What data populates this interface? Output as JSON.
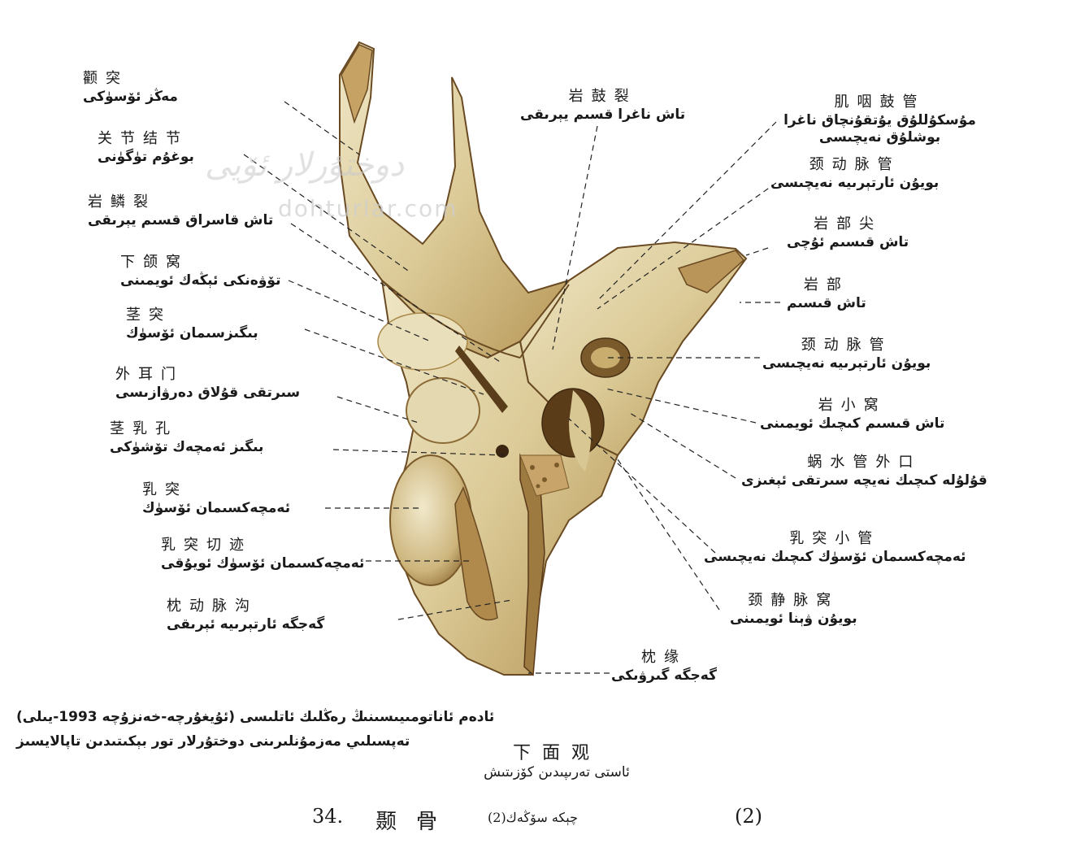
{
  "watermark": {
    "script_text": "دوختۇرلار ئۆيى",
    "url": "dohturlar.com"
  },
  "labels_left": [
    {
      "zh": "颧突",
      "ug": "مەڭز ئۆسۈكى"
    },
    {
      "zh": "关节结节",
      "ug": "بوغۇم تۈگۈنى"
    },
    {
      "zh": "岩鳞裂",
      "ug": "تاش قاسراق قسىم يېرىقى"
    },
    {
      "zh": "下颌窝",
      "ug": "تۆۋەنكى ئېڭەك ئويمىنى"
    },
    {
      "zh": "茎突",
      "ug": "بىگىزسىمان ئۆسۈك"
    },
    {
      "zh": "外耳门",
      "ug": "سىرتقى قۇلاق دەرۋازىسى"
    },
    {
      "zh": "茎乳孔",
      "ug": "بىگىز ئەمچەك تۆشۈكى"
    },
    {
      "zh": "乳突",
      "ug": "ئەمچەكسىمان ئۆسۈك"
    },
    {
      "zh": "乳突切迹",
      "ug": "ئەمچەكسىمان ئۆسۈك ئويۇقى"
    },
    {
      "zh": "枕动脉沟",
      "ug": "گەجگە ئارتېرىيە ئېرىقى"
    }
  ],
  "labels_right": [
    {
      "zh": "岩鼓裂",
      "ug": "تاش ناغرا قسىم يېرىقى"
    },
    {
      "zh": "肌咽鼓管",
      "ug": "مۇسكۇللۇق يۇتقۇنچاق ناغرا بوشلۇق نەيچىسى"
    },
    {
      "zh": "颈动脉管",
      "ug": "بويۇن ئارتېرىيە نەيچىسى"
    },
    {
      "zh": "岩部尖",
      "ug": "تاش قىسىم ئۇچى"
    },
    {
      "zh": "岩部",
      "ug": "تاش قىسىم"
    },
    {
      "zh": "颈动脉管",
      "ug": "بويۇن ئارتېرىيە نەيچىسى"
    },
    {
      "zh": "岩小窝",
      "ug": "تاش قىسىم كىچىك ئويمىنى"
    },
    {
      "zh": "蜗水管外口",
      "ug": "قۇلۇلە كىچىك نەيچە سىرتقى ئېغىزى"
    },
    {
      "zh": "乳突小管",
      "ug": "ئەمچەكسىمان ئۆسۈك كىچىك نەيچىسى"
    },
    {
      "zh": "颈静脉窝",
      "ug": "بويۇن ۋېنا ئويمىنى"
    },
    {
      "zh": "枕缘",
      "ug": "گەجگە گىرۋىكى"
    }
  ],
  "source": {
    "line1": "ئادەم ئاناتومىيىسىنىڭ رەڭلىك ئاتلىسى (ئۇيغۇرچە-خەنزۇچە 1993-يىلى)",
    "line2": "تەپسىلىي مەزمۇنلىرىنى دوختۇرلار تور بېكىتىدىن تاپالايسىز"
  },
  "view": {
    "zh": "下面观",
    "ug": "ئاستى تەرىپىدىن كۆزىتىش"
  },
  "caption": {
    "number": "34.",
    "zh": "颞骨",
    "ug": "چېكە سۆڭەك(2)",
    "part": "(2)"
  },
  "colors": {
    "bone_light": "#efe6c6",
    "bone_mid": "#d7c491",
    "bone_shadow": "#a98748",
    "bone_dark": "#6a4a22",
    "leader_line": "#222222"
  }
}
